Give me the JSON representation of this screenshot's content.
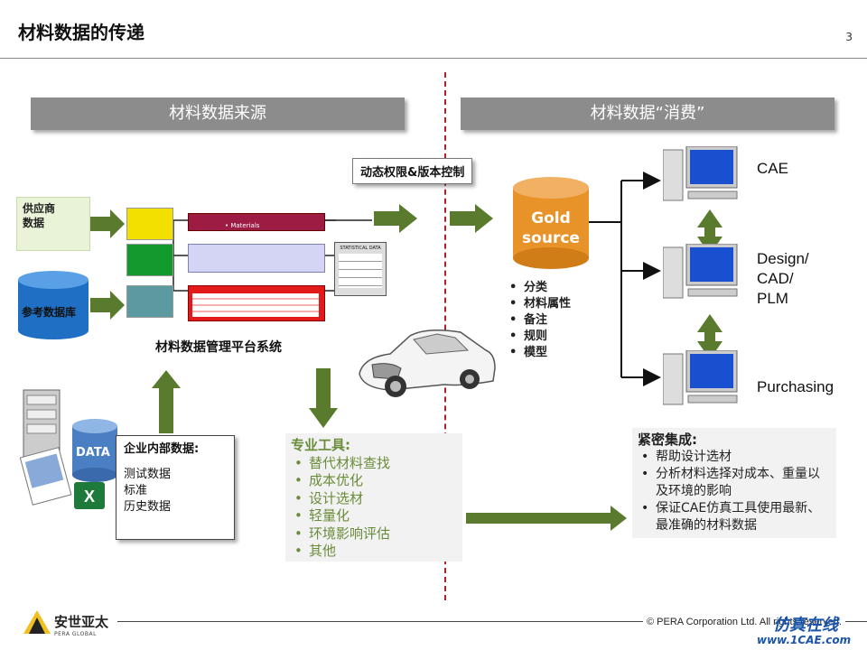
{
  "header": {
    "title": "材料数据的传递",
    "page_number": "3"
  },
  "banners": {
    "source": "材料数据来源",
    "consume": "材料数据“消费”"
  },
  "access_control": "动态权限&版本控制",
  "sources": {
    "supplier": "供应商\n数据",
    "reference_db": "参考数据库"
  },
  "platform": {
    "label": "材料数据管理平台系统",
    "materials_tag": "• Materials",
    "stat_tag": "STATISTICAL DATA"
  },
  "gold": {
    "line1": "Gold",
    "line2": "source"
  },
  "gold_bullets": [
    "分类",
    "材料属性",
    "备注",
    "规则",
    "模型"
  ],
  "internal": {
    "data_label": "DATA",
    "heading": "企业内部数据:",
    "items": [
      "测试数据",
      "标准",
      "历史数据"
    ]
  },
  "tools": {
    "heading": "专业工具:",
    "items": [
      "替代材料查找",
      "成本优化",
      "设计选材",
      "轻量化",
      "环境影响评估",
      "其他"
    ]
  },
  "consumers": {
    "cae": "CAE",
    "design": "Design/\nCAD/\nPLM",
    "purchasing": "Purchasing"
  },
  "integration": {
    "heading": "紧密集成:",
    "items": [
      "帮助设计选材",
      "分析材料选择对成本、重量以及环境的影响",
      "保证CAE仿真工具使用最新、最准确的材料数据"
    ]
  },
  "footer": {
    "copyright": "© PERA Corporation Ltd. All rights reserved.",
    "logo_cn": "安世亚太",
    "logo_en": "PERA GLOBAL",
    "watermark_cn": "仿真在线",
    "watermark_url": "www.1CAE.com"
  },
  "colors": {
    "arrow_green": "#5a7a2e",
    "gold": "#e8932a",
    "db_blue": "#1f6fc4",
    "divider_red": "#b22222",
    "banner_gray": "#8c8c8c"
  }
}
